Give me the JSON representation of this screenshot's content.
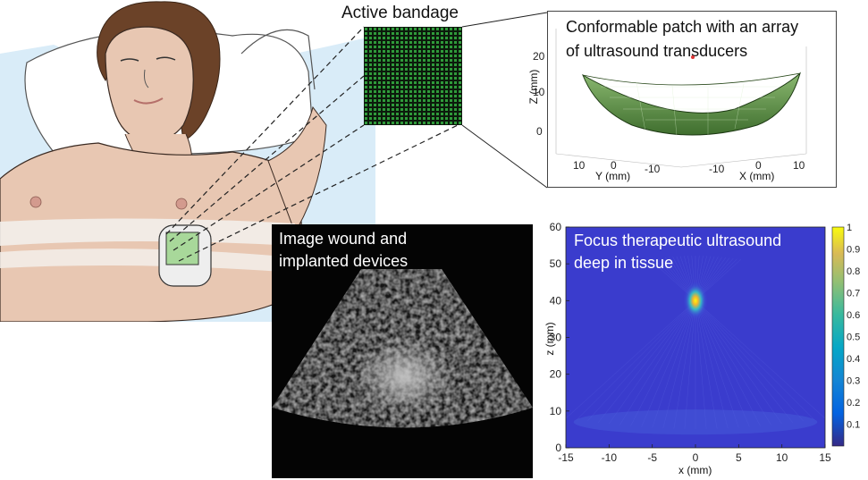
{
  "labels": {
    "active_bandage": "Active bandage",
    "patch_line1": "Conformable patch with an array",
    "patch_line2": "of ultrasound transducers",
    "image_line1": "Image wound and",
    "image_line2": "implanted devices",
    "focus_line1": "Focus therapeutic ultrasound",
    "focus_line2": "deep in tissue"
  },
  "patch3d": {
    "z_label": "Z (mm)",
    "y_label": "Y (mm)",
    "x_label": "X (mm)",
    "z_ticks": [
      "20",
      "10",
      "0"
    ],
    "y_ticks": [
      "10",
      "0",
      "-10"
    ],
    "x_ticks": [
      "-10",
      "0",
      "10"
    ],
    "surface_color": "#6a9a50"
  },
  "chart_data": {
    "type": "heatmap",
    "xlabel": "x (mm)",
    "ylabel": "z (mm)",
    "xlim": [
      -15,
      15
    ],
    "ylim": [
      0,
      60
    ],
    "x_ticks": [
      -15,
      -10,
      -5,
      0,
      5,
      10,
      15
    ],
    "y_ticks": [
      0,
      10,
      20,
      30,
      40,
      50,
      60
    ],
    "colorbar_ticks": [
      0.1,
      0.2,
      0.3,
      0.4,
      0.5,
      0.6,
      0.7,
      0.8,
      0.9,
      1
    ],
    "colorbar_range": [
      0,
      1
    ],
    "colormap": "parula",
    "background_value": 0.05,
    "focus": {
      "x": 0,
      "z": 40,
      "peak_value": 1
    }
  }
}
